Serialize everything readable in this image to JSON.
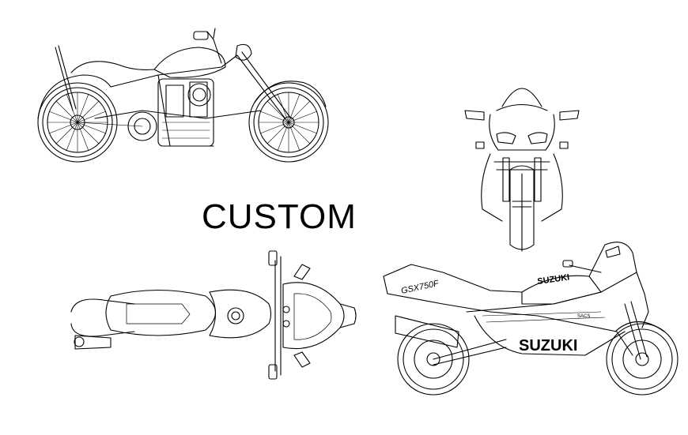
{
  "title": "CUSTOM",
  "labels": {
    "model": "GSX750F",
    "brand_small": "SUZUKI",
    "brand_large": "SUZUKI",
    "badge": "SACS"
  },
  "colors": {
    "line": "#000000",
    "background": "#ffffff"
  }
}
